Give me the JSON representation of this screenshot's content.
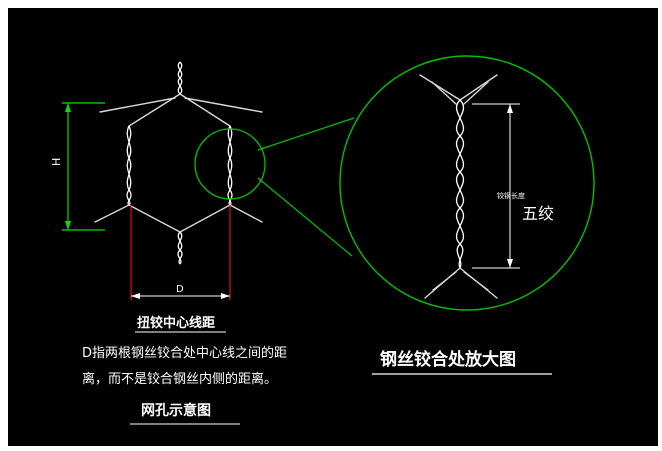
{
  "labels": {
    "height_symbol": "H",
    "width_symbol": "D",
    "twist_center_title": "扭铰中心线距",
    "description_line1": "D指两根钢丝铰合处中心线之间的距",
    "description_line2": "离，而不是铰合钢丝内侧的距离。",
    "mesh_title": "网孔示意图",
    "zoom_title": "钢丝铰合处放大图",
    "twist_length_label": "铰钢长度",
    "five_twists": "五绞"
  },
  "colors": {
    "background": "#000000",
    "wire": "#d8d8d8",
    "dimension_red": "#e01010",
    "dimension_green": "#00e000",
    "zoom_circle": "#00c000",
    "text": "#ffffff"
  }
}
